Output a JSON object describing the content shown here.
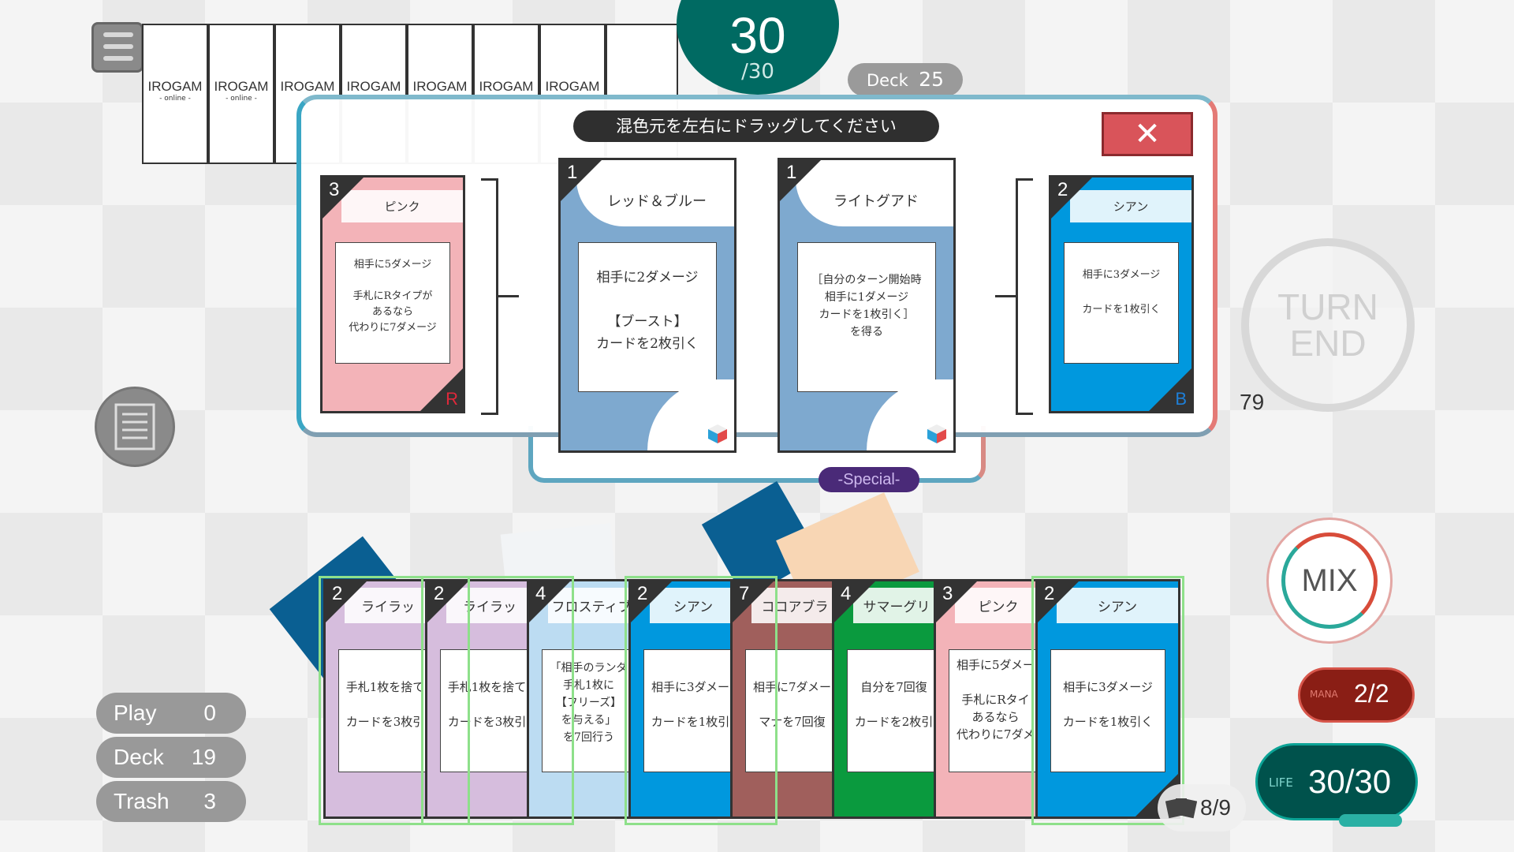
{
  "opponent": {
    "life": "30",
    "life_max": "/30",
    "deck_label": "Deck",
    "deck_count": "25",
    "hand_card_title": "IROGAM",
    "hand_card_sub": "- online -"
  },
  "mix_panel": {
    "instruction": "混色元を左右にドラッグしてください",
    "close_label": "✕",
    "special_label": "-Special-",
    "left_card": {
      "cost": "3",
      "name": "ピンク",
      "text": "相手に5ダメージ\n\n手札にRタイプが\nあるなら\n代わりに7ダメージ",
      "letter": "R"
    },
    "right_card": {
      "cost": "2",
      "name": "シアン",
      "text": "相手に3ダメージ\n\nカードを1枚引く",
      "letter": "B"
    },
    "result1": {
      "cost": "1",
      "name": "レッド＆ブルー",
      "text": "相手に2ダメージ\n\n【ブースト】\nカードを2枚引く"
    },
    "result2": {
      "cost": "1",
      "name": "ライトグアド",
      "text": "［自分のターン開始時\n相手に1ダメージ\nカードを1枚引く］\nを得る"
    }
  },
  "hand": [
    {
      "cost": "2",
      "name": "ライラッ",
      "text": "手札1枚を捨て\n\nカードを3枚引"
    },
    {
      "cost": "2",
      "name": "ライラッ",
      "text": "手札1枚を捨て\n\nカードを3枚引"
    },
    {
      "cost": "4",
      "name": "フロスティブ",
      "text": "「相手のランダ\n手札1枚に\n【フリーズ】\nを与える」\nを7回行う"
    },
    {
      "cost": "2",
      "name": "シアン",
      "text": "相手に3ダメー\n\nカードを1枚引"
    },
    {
      "cost": "7",
      "name": "ココアブラ",
      "text": "相手に7ダメー\n\nマナを7回復"
    },
    {
      "cost": "4",
      "name": "サマーグリ",
      "text": "自分を7回復\n\nカードを2枚引"
    },
    {
      "cost": "3",
      "name": "ピンク",
      "text": "相手に5ダメー\n\n手札にRタイ\nあるなら\n代わりに7ダメ"
    },
    {
      "cost": "2",
      "name": "シアン",
      "text": "相手に3ダメージ\n\nカードを1枚引く"
    }
  ],
  "player": {
    "play_label": "Play",
    "play_count": "0",
    "deck_label": "Deck",
    "deck_count": "19",
    "trash_label": "Trash",
    "trash_count": "3",
    "turn_end_line1": "TURN",
    "turn_end_line2": "END",
    "turn_counter": "79",
    "mix_label": "MIX",
    "mana_label": "MANA",
    "mana_value": "2/2",
    "life_label": "LIFE",
    "life_value": "30/30",
    "hand_count": "8/9"
  },
  "colors": {
    "pink": "#f3b3b8",
    "cyan": "#0098de",
    "lilac": "#d6bddd",
    "frosty": "#bcdcf2",
    "cocoa": "#a05f5c",
    "summer": "#0a9a3e",
    "steel": "#7ea9cf",
    "opponent_teal": "#006a62",
    "mana_red": "#8a1e15",
    "special_purple": "#4a2a78"
  }
}
